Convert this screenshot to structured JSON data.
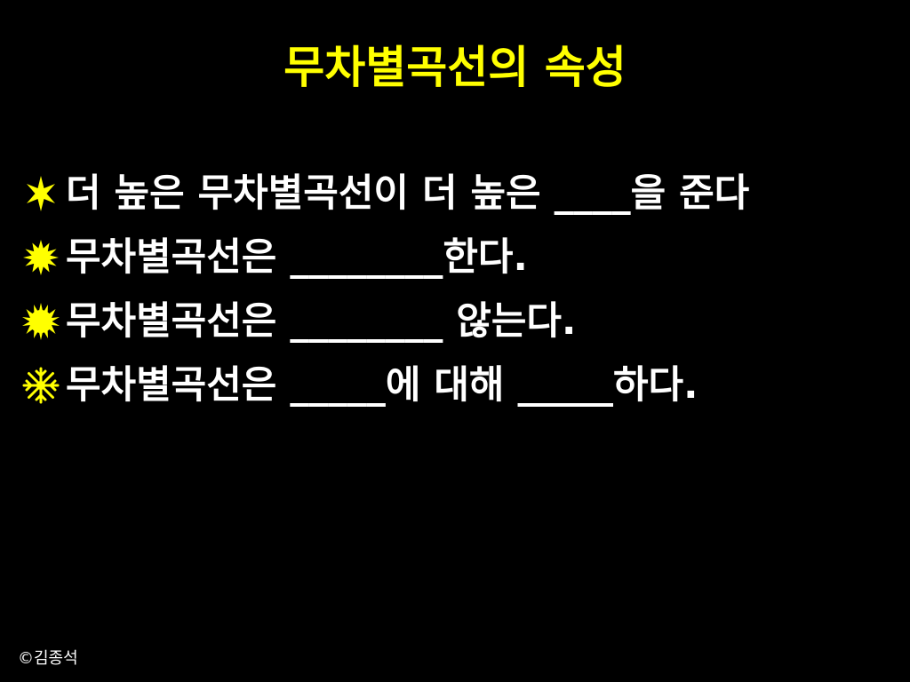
{
  "slide": {
    "title": "무차별곡선의 속성",
    "accent_color": "#FFFF00",
    "text_color": "#FFFFFF",
    "background_color": "#000000",
    "bullets": [
      {
        "icon": "six-point-star-icon",
        "text": "더 높은 무차별곡선이 더 높은 ____을 준다"
      },
      {
        "icon": "twelve-point-starburst-icon",
        "text": "무차별곡선은 ________한다."
      },
      {
        "icon": "sixteen-point-starburst-icon",
        "text": "무차별곡선은 ________ 않는다."
      },
      {
        "icon": "snowflake-star-icon",
        "text": "무차별곡선은 _____에 대해 _____하다."
      }
    ],
    "footer": "©김종석"
  }
}
